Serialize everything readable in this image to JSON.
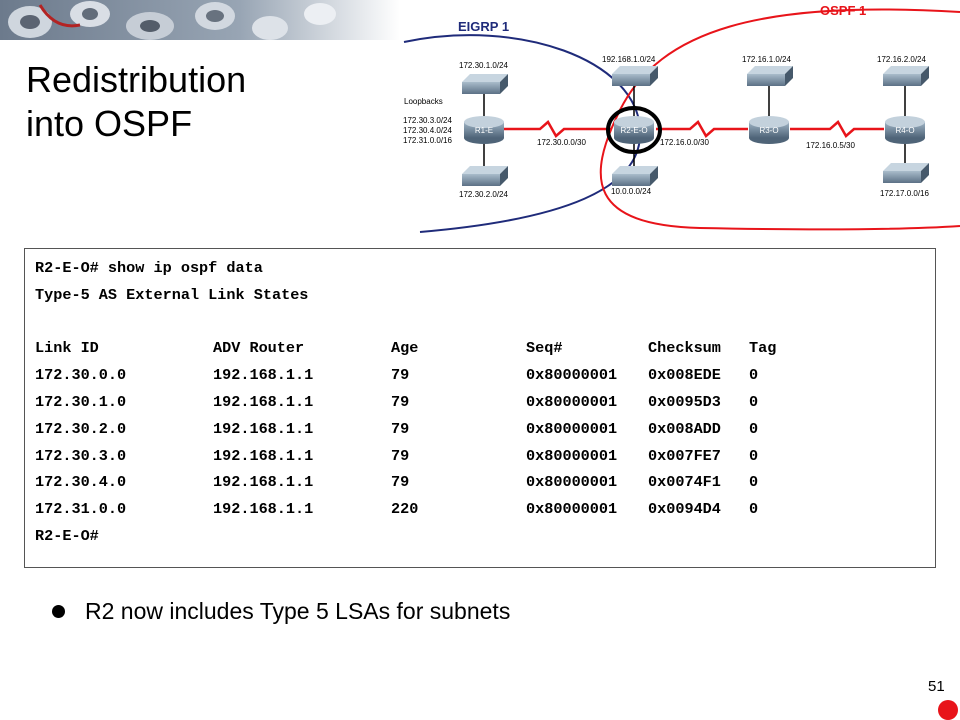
{
  "slide": {
    "title_line1": "Redistribution",
    "title_line2": "into OSPF",
    "bullet": "R2 now includes Type 5 LSAs for subnets",
    "page_number": "51"
  },
  "topology": {
    "eigrp_label": "EIGRP 1",
    "ospf_label": "OSPF 1",
    "loopbacks_label": "Loopbacks",
    "loopback_nets": [
      "172.30.3.0/24",
      "172.30.4.0/24",
      "172.31.0.0/16"
    ],
    "routers": {
      "r1": "R1-E",
      "r2": "R2-E-O",
      "r3": "R3-O",
      "r4": "R4-O"
    },
    "lans": {
      "r1_top": "172.30.1.0/24",
      "r1_bottom": "172.30.2.0/24",
      "r2_top": "192.168.1.0/24",
      "r2_bottom": "10.0.0.0/24",
      "r3_top": "172.16.1.0/24",
      "r4_top": "172.16.2.0/24",
      "r4_bottom": "172.17.0.0/16"
    },
    "links": {
      "r1_r2": "172.30.0.0/30",
      "r2_r3": "172.16.0.0/30",
      "r3_r4": "172.16.0.5/30"
    },
    "colors": {
      "eigrp_boundary": "#1f2b7a",
      "ospf_boundary": "#e8141a",
      "serial_link": "#e8141a",
      "router_highlight": "#000000"
    }
  },
  "terminal": {
    "command_line": "R2-E-O# show ip ospf data",
    "section_heading": "Type-5 AS External Link States",
    "columns": [
      "Link ID",
      "ADV Router",
      "Age",
      "Seq#",
      "Checksum",
      "Tag"
    ],
    "rows": [
      [
        "172.30.0.0",
        "192.168.1.1",
        "79",
        "0x80000001",
        "0x008EDE",
        "0"
      ],
      [
        "172.30.1.0",
        "192.168.1.1",
        "79",
        "0x80000001",
        "0x0095D3",
        "0"
      ],
      [
        "172.30.2.0",
        "192.168.1.1",
        "79",
        "0x80000001",
        "0x008ADD",
        "0"
      ],
      [
        "172.30.3.0",
        "192.168.1.1",
        "79",
        "0x80000001",
        "0x007FE7",
        "0"
      ],
      [
        "172.30.4.0",
        "192.168.1.1",
        "79",
        "0x80000001",
        "0x0074F1",
        "0"
      ],
      [
        "172.31.0.0",
        "192.168.1.1",
        "220",
        "0x80000001",
        "0x0094D4",
        "0"
      ]
    ],
    "prompt": "R2-E-O#"
  }
}
